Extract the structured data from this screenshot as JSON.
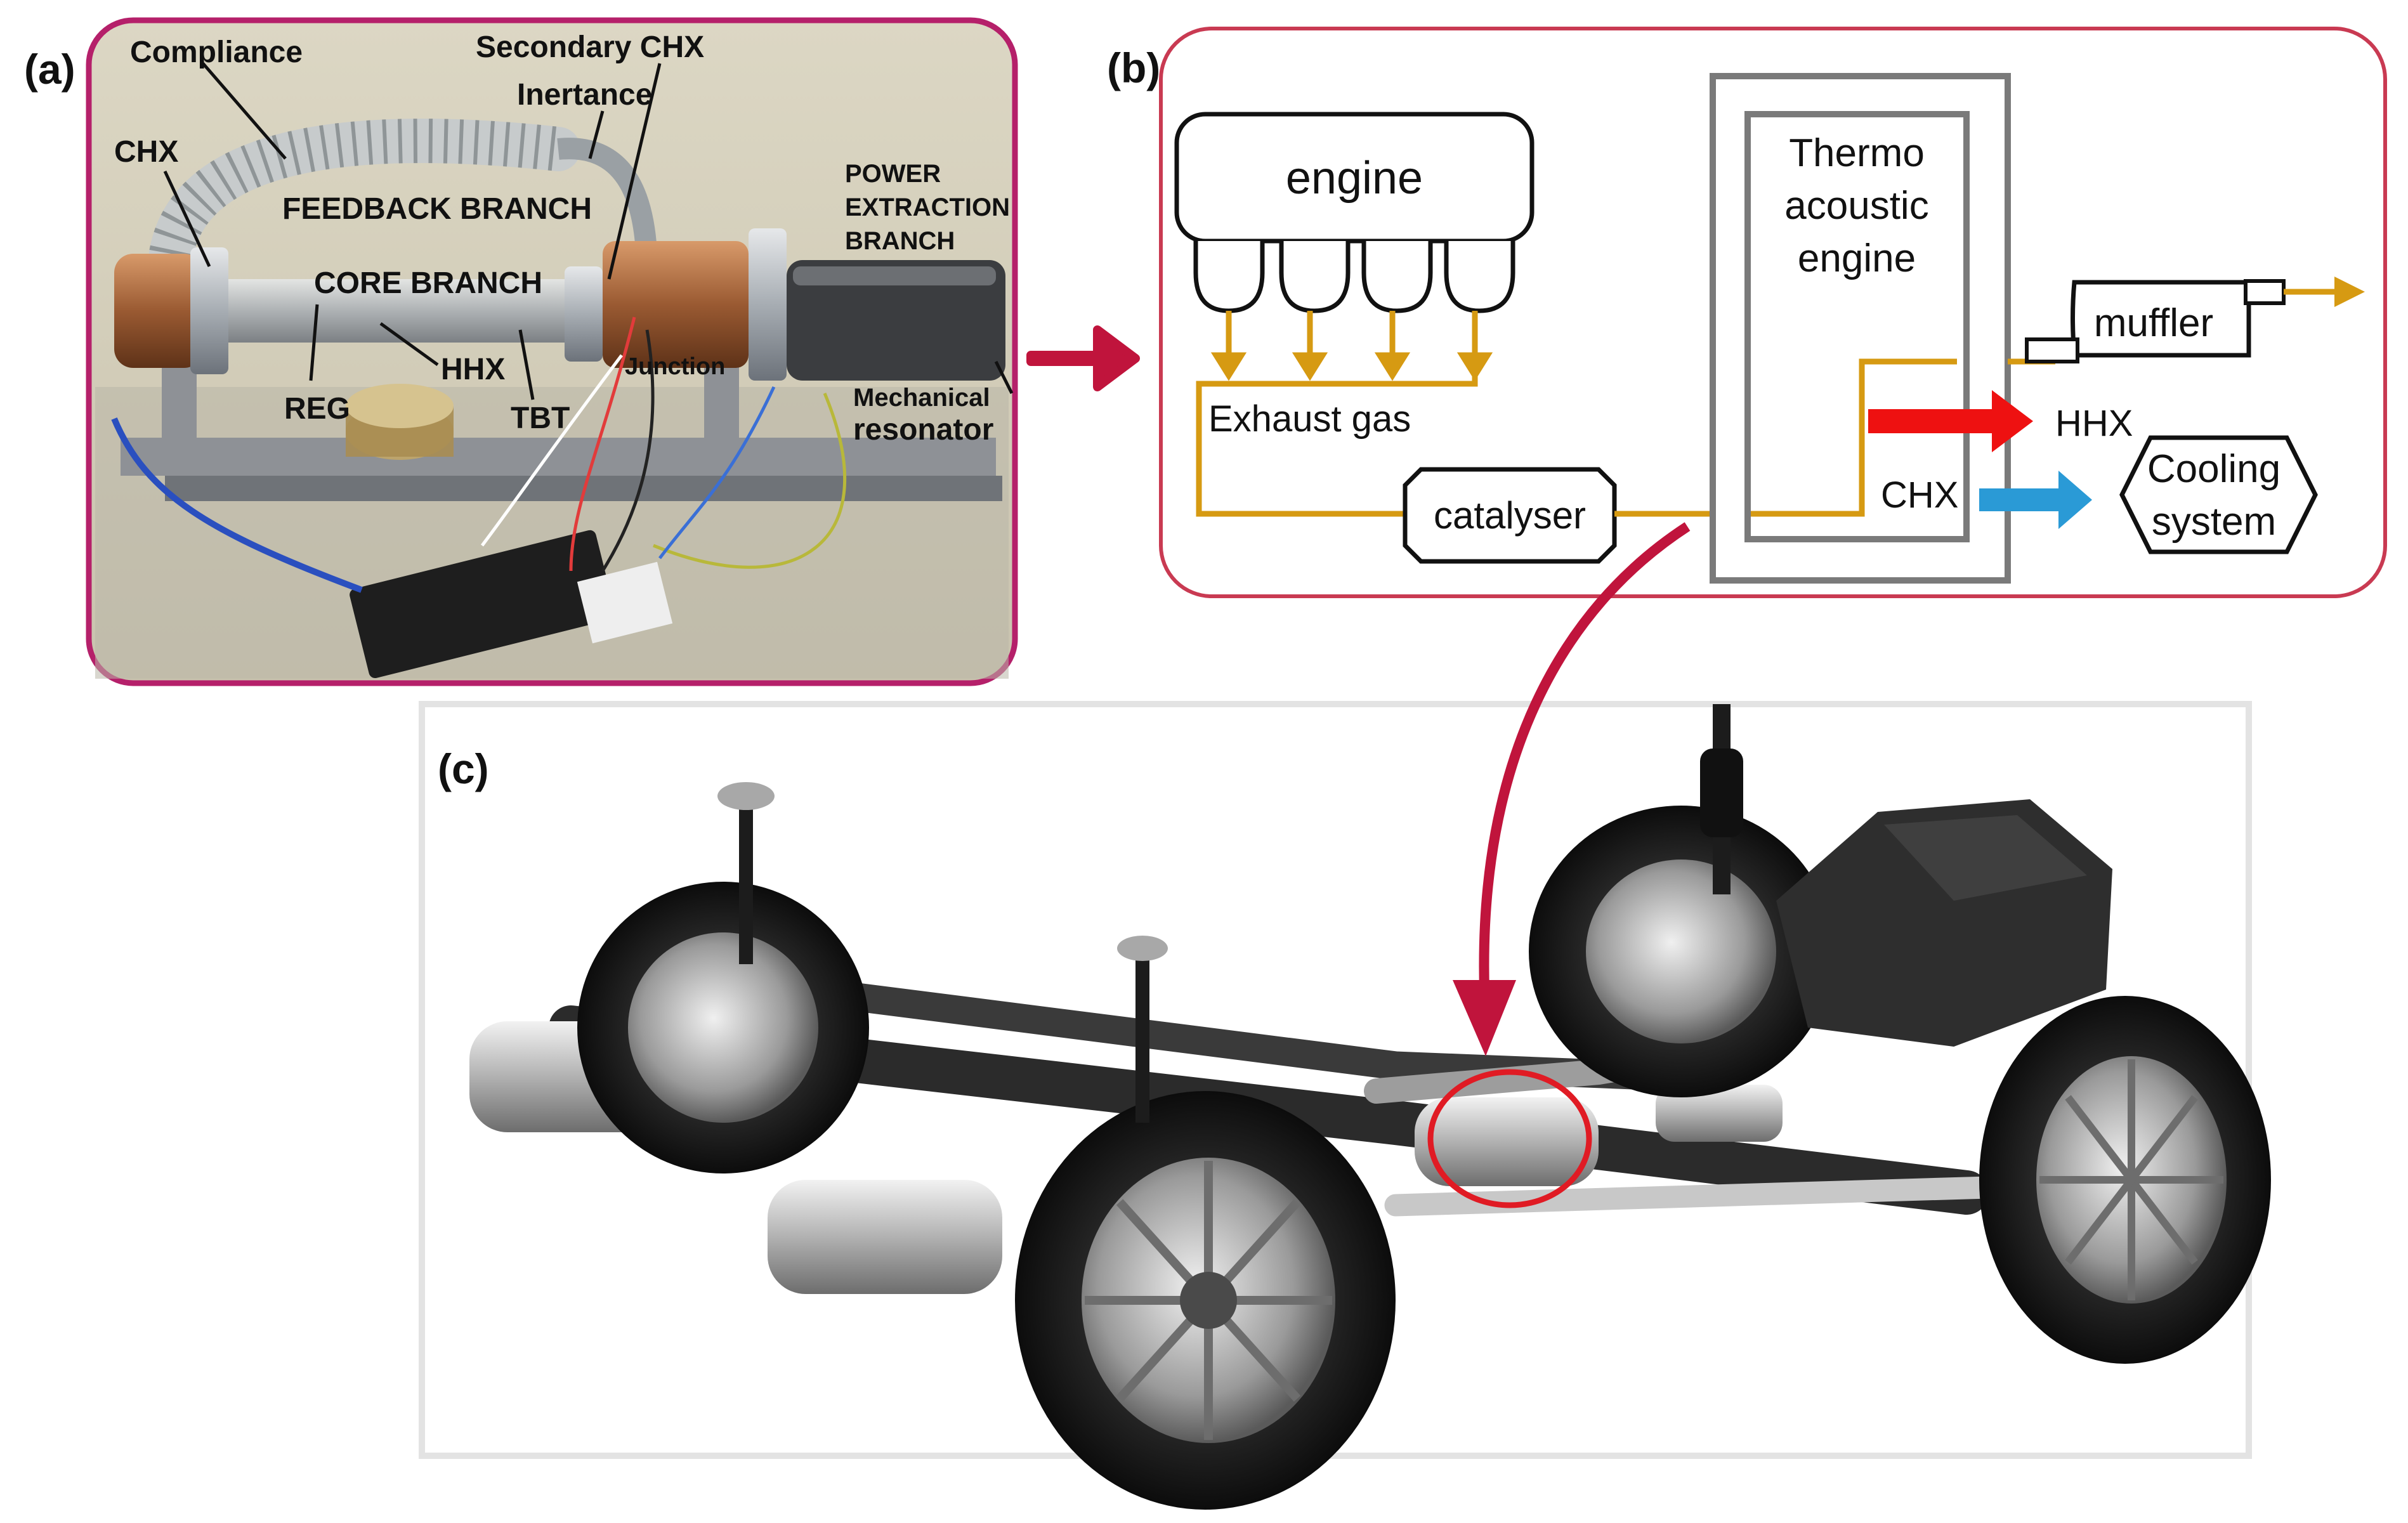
{
  "panels": {
    "a": {
      "tag": "(a)"
    },
    "b": {
      "tag": "(b)"
    },
    "c": {
      "tag": "(c)"
    }
  },
  "photo_labels": {
    "compliance": "Compliance",
    "secondary_chx": "Secondary CHX",
    "inertance": "Inertance",
    "chx": "CHX",
    "feedback_branch": "FEEDBACK BRANCH",
    "power_1": "POWER",
    "power_2": "EXTRACTION",
    "power_3": "BRANCH",
    "core_branch": "CORE BRANCH",
    "hhx": "HHX",
    "reg": "REG",
    "tbt": "TBT",
    "junction": "Junction",
    "mech_1": "Mechanical",
    "mech_2": "resonator"
  },
  "diagram": {
    "engine": "engine",
    "exhaust_gas": "Exhaust gas",
    "catalyser": "catalyser",
    "tae_1": "Thermo",
    "tae_2": "acoustic",
    "tae_3": "engine",
    "muffler": "muffler",
    "hhx": "HHX",
    "chx": "CHX",
    "cooling_1": "Cooling",
    "cooling_2": "system"
  },
  "colors": {
    "panel_a_border": "#b5206a",
    "panel_b_border": "#c93a52",
    "link_arrow": "#c0143c",
    "exhaust_line": "#d69a12",
    "hot_arrow": "#ee1111",
    "cold_arrow": "#2a9ad6",
    "tae_box": "#7a7a7a"
  }
}
